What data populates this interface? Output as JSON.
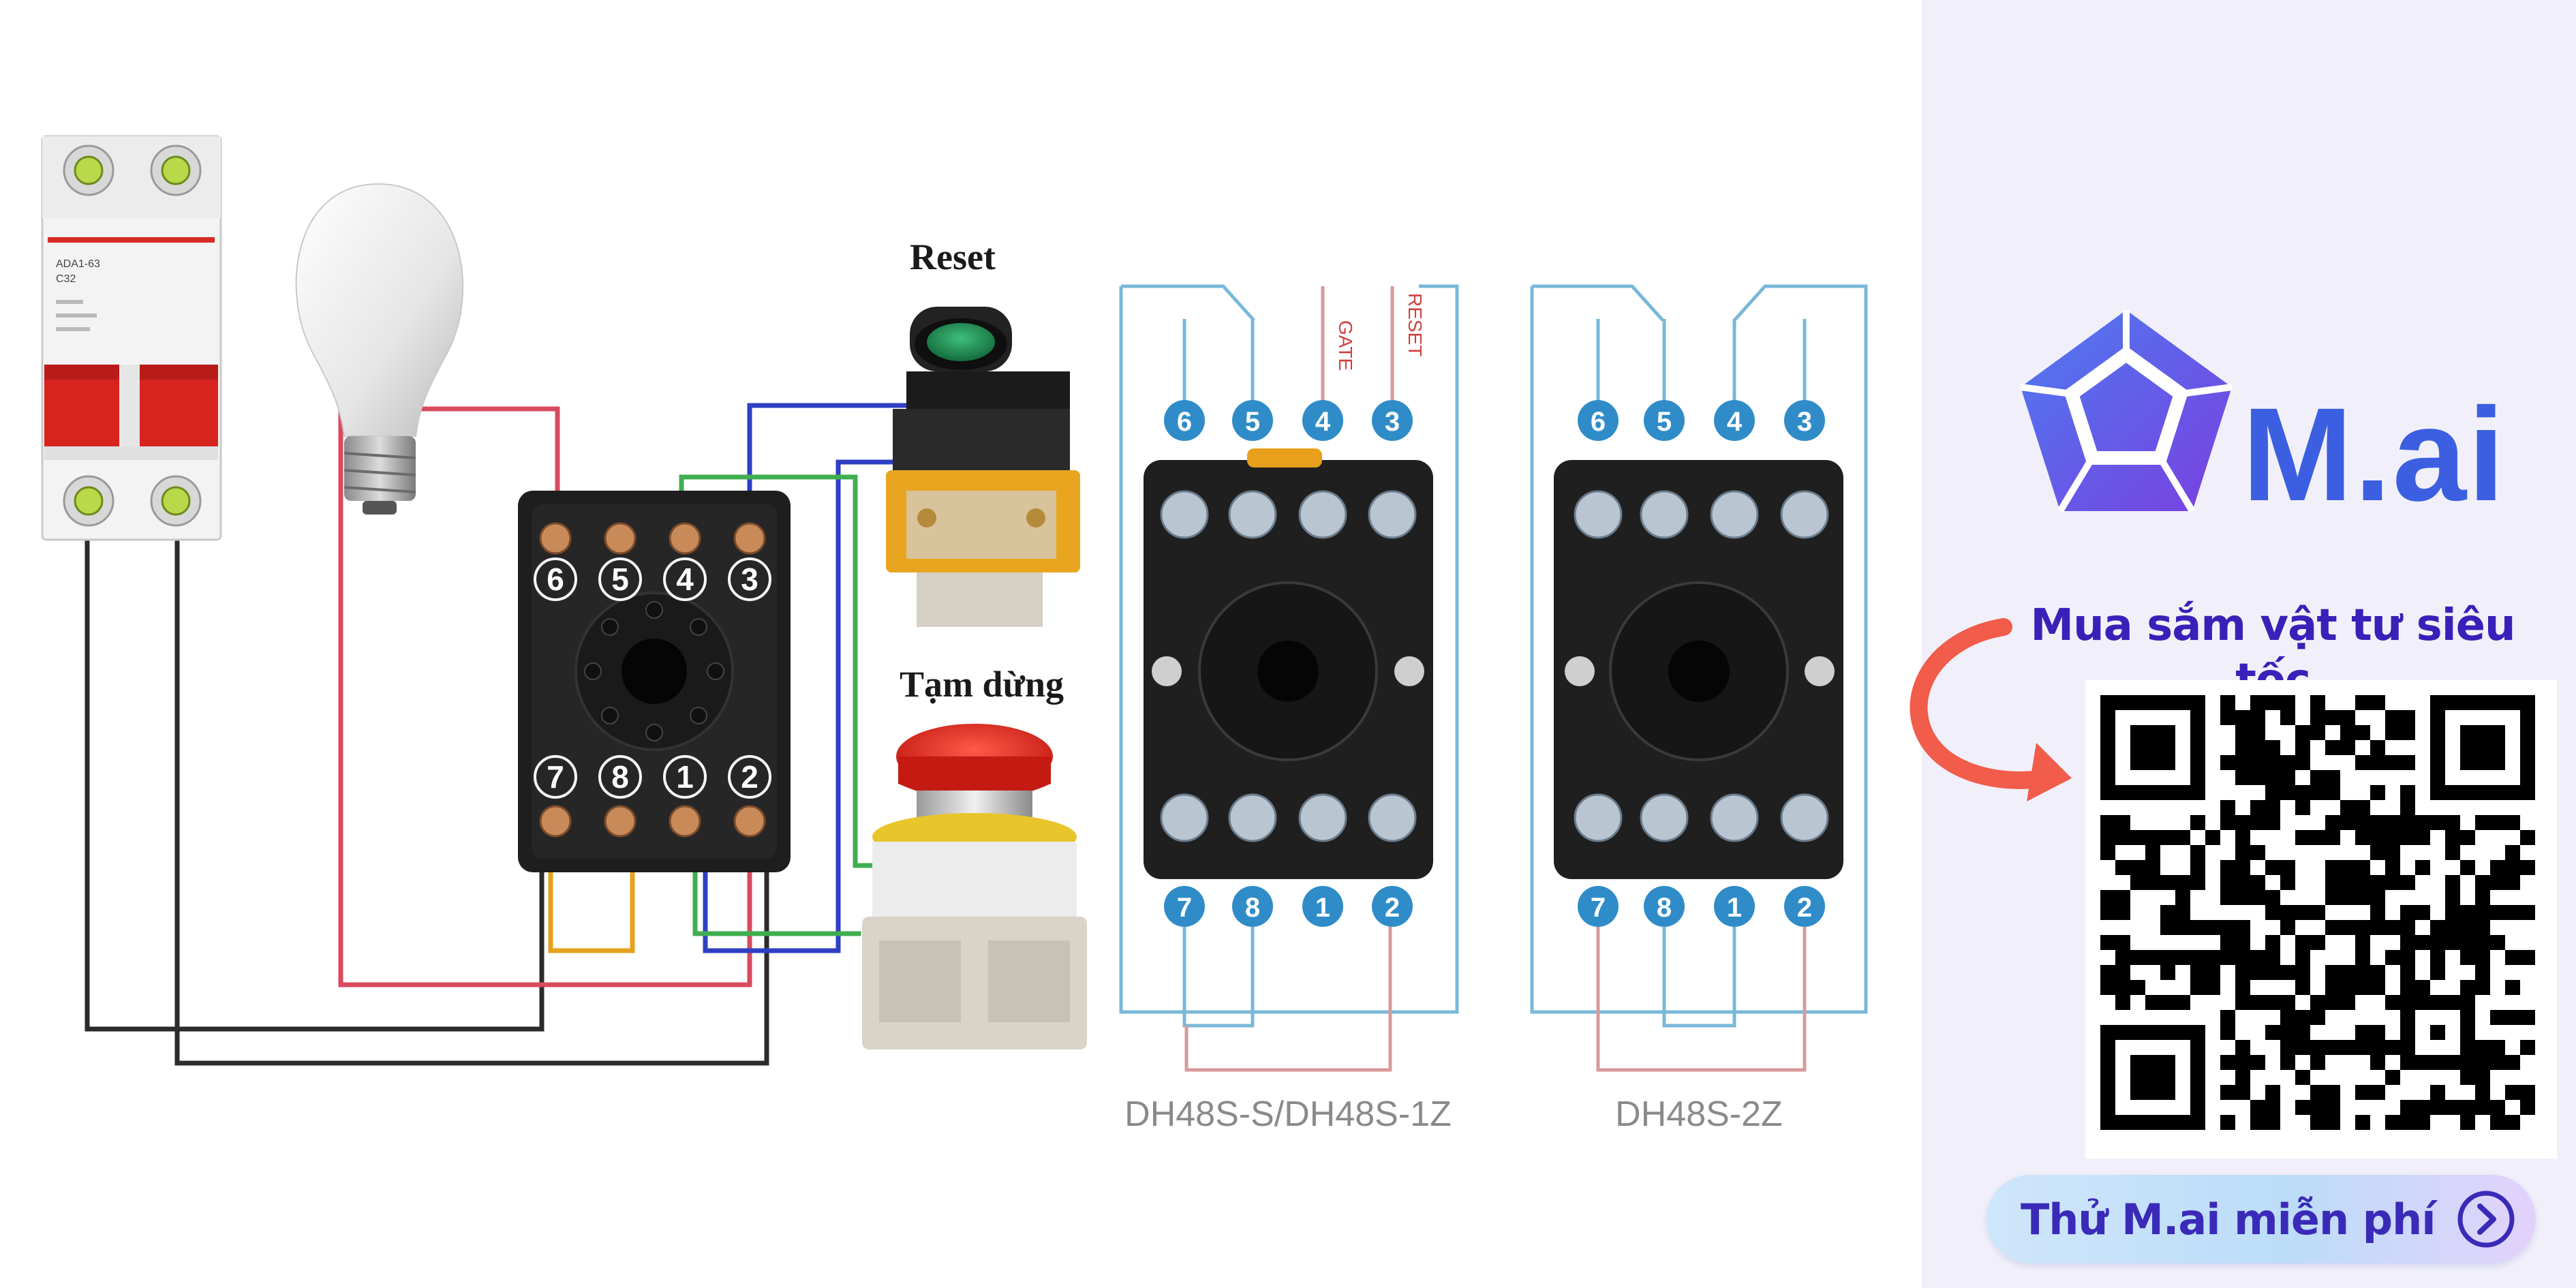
{
  "diagram": {
    "labels": {
      "reset": "Reset",
      "pause": "Tạm dừng",
      "timer_model_1": "DH48S-S/DH48S-1Z",
      "timer_model_2": "DH48S-2Z",
      "gate": "GATE",
      "reset_pin": "RESET"
    },
    "socket_pins_top": [
      "6",
      "5",
      "4",
      "3"
    ],
    "socket_pins_bottom": [
      "7",
      "8",
      "1",
      "2"
    ],
    "breaker_label": "ADA1-63",
    "breaker_rating": "C32",
    "wire_colors": {
      "red": "#d94a5e",
      "black": "#2b2b2b",
      "blue": "#2f3fc4",
      "green": "#3fae4f",
      "yellow": "#e5a21f",
      "schematic": "#79b8d8"
    }
  },
  "promo": {
    "brand": "M.ai",
    "tagline": "Mua sắm vật tư siêu tốc",
    "cta_label": "Thử M.ai miễn phí",
    "accent_color": "#3b5fe0",
    "icons": [
      "pentagon-logo-icon",
      "curved-arrow-icon",
      "qr-code-icon",
      "chevron-right-icon"
    ]
  }
}
